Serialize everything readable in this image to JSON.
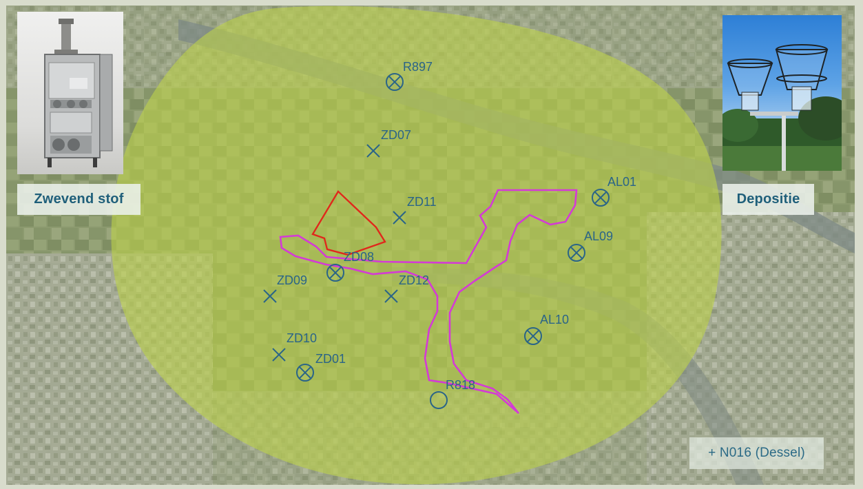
{
  "labels": {
    "suspended_dust": "Zwevend stof",
    "deposition": "Depositie",
    "extra_station": "+ N016 (Dessel)"
  },
  "stations": [
    {
      "id": "R897",
      "symbol": "circle-x"
    },
    {
      "id": "ZD07",
      "symbol": "x"
    },
    {
      "id": "ZD11",
      "symbol": "x"
    },
    {
      "id": "AL01",
      "symbol": "circle-x"
    },
    {
      "id": "AL09",
      "symbol": "circle-x"
    },
    {
      "id": "ZD08",
      "symbol": "circle-x"
    },
    {
      "id": "ZD09",
      "symbol": "x"
    },
    {
      "id": "ZD12",
      "symbol": "x"
    },
    {
      "id": "AL10",
      "symbol": "circle-x"
    },
    {
      "id": "ZD10",
      "symbol": "x"
    },
    {
      "id": "ZD01",
      "symbol": "circle-x"
    },
    {
      "id": "R818",
      "symbol": "circle"
    }
  ],
  "colors": {
    "marker": "#2a6488",
    "buffer_zone": "#bcd14a",
    "boundary_magenta": "#d43ad6",
    "site_red": "#e0281c",
    "label_text": "#1f5f7a"
  },
  "photos": {
    "left": "air-sampler-photo",
    "right": "deposition-collector-photo"
  }
}
